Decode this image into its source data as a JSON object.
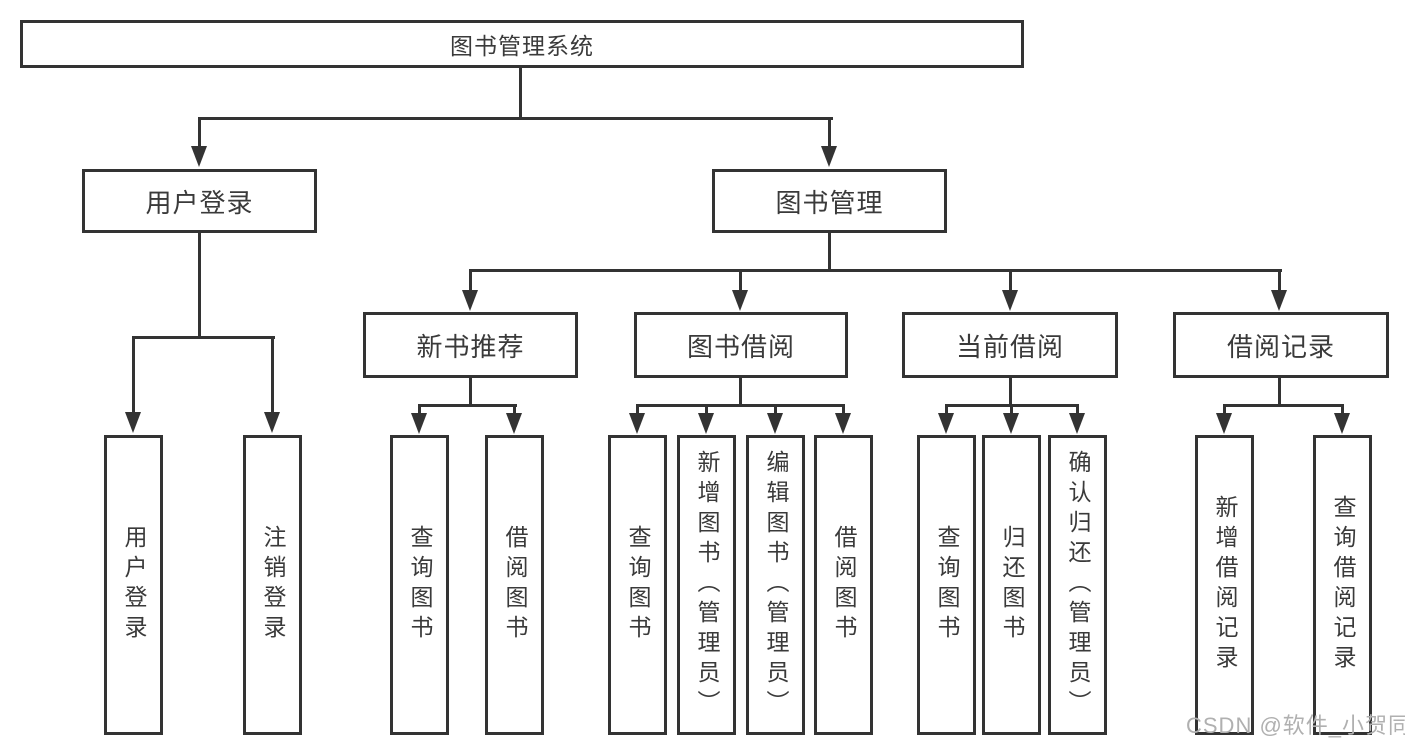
{
  "diagram": {
    "nodes": {
      "root": "图书管理系统",
      "user_login": "用户登录",
      "book_mgmt": "图书管理",
      "new_book_rec": "新书推荐",
      "book_borrow": "图书借阅",
      "current_borrow": "当前借阅",
      "borrow_record": "借阅记录",
      "leaf_user_login": "用户登录",
      "leaf_logout": "注销登录",
      "leaf_nb_query": "查询图书",
      "leaf_nb_borrow": "借阅图书",
      "leaf_bb_query": "查询图书",
      "leaf_bb_add": "新增图书（管理员）",
      "leaf_bb_edit": "编辑图书（管理员）",
      "leaf_bb_borrow": "借阅图书",
      "leaf_cb_query": "查询图书",
      "leaf_cb_return": "归还图书",
      "leaf_cb_confirm": "确认归还（管理员）",
      "leaf_br_add": "新增借阅记录",
      "leaf_br_query": "查询借阅记录"
    },
    "watermark": "CSDN @软件_小贺同学",
    "colors": {
      "line": "#333333",
      "text": "#3a3a3a",
      "background": "#ffffff",
      "watermark": "#b0b0b0"
    }
  }
}
